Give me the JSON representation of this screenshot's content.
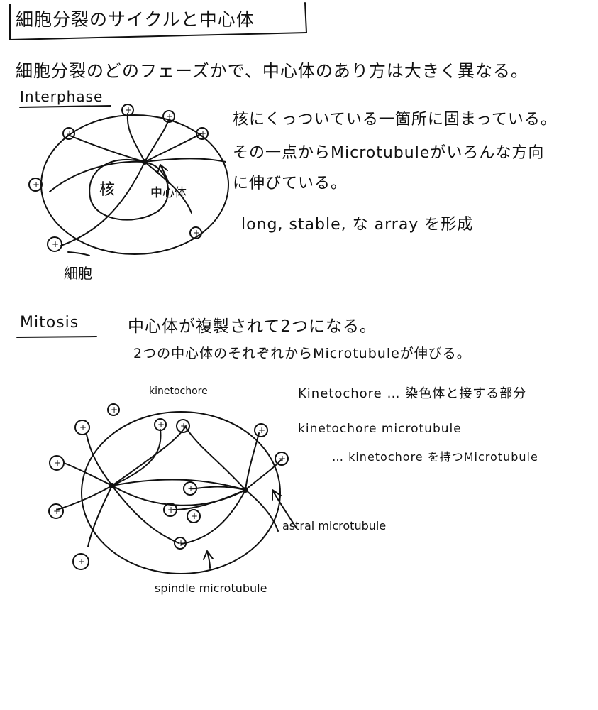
{
  "title": "細胞分裂のサイクルと中心体",
  "intro": "細胞分裂のどのフェーズかで、中心体のあり方は大きく異なる。",
  "interphase": {
    "heading": "Interphase",
    "line1": "核にくっついている一箇所に固まっている。",
    "line2": "その一点からMicrotubuleがいろんな方向",
    "line3": "に伸びている。",
    "line4": "long, stable, な array を形成",
    "label_nucleus": "核",
    "label_centrosome": "中心体",
    "label_cell": "細胞"
  },
  "mitosis": {
    "heading": "Mitosis",
    "line1": "中心体が複製されて2つになる。",
    "line2": "2つの中心体のそれぞれからMicrotubuleが伸びる。",
    "label_kinetochore": "kinetochore",
    "def1": "Kinetochore … 染色体と接する部分",
    "def2": "kinetochore microtubule",
    "def3": "… kinetochore を持つMicrotubule",
    "label_astral": "astral microtubule",
    "label_spindle": "spindle microtubule"
  },
  "plus_symbol": "+"
}
